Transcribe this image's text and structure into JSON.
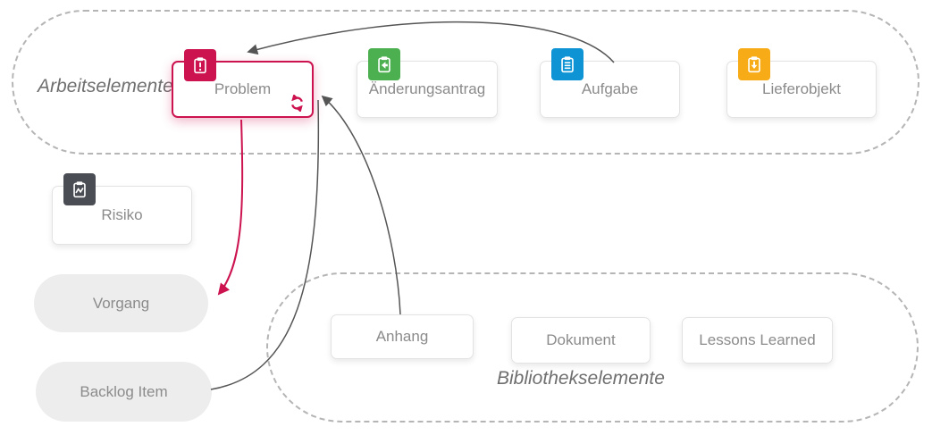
{
  "groups": {
    "work": {
      "label": "Arbeitselemente"
    },
    "library": {
      "label": "Bibliothekselemente"
    }
  },
  "nodes": {
    "problem": {
      "label": "Problem",
      "accent": "#cc134f",
      "icon": "clipboard-exclamation",
      "selected": true,
      "status_icon": "sync"
    },
    "aenderungsantrag": {
      "label": "Änderungsantrag",
      "accent": "#4cb050",
      "icon": "clipboard-arrow-left"
    },
    "aufgabe": {
      "label": "Aufgabe",
      "accent": "#0e94d4",
      "icon": "clipboard-list"
    },
    "lieferobjekt": {
      "label": "Lieferobjekt",
      "accent": "#f7ab16",
      "icon": "clipboard-arrow-down"
    },
    "risiko": {
      "label": "Risiko",
      "accent": "#4a4e54",
      "icon": "clipboard-zigzag"
    },
    "vorgang": {
      "label": "Vorgang",
      "shape": "pill"
    },
    "backlog_item": {
      "label": "Backlog Item",
      "shape": "pill"
    },
    "anhang": {
      "label": "Anhang"
    },
    "dokument": {
      "label": "Dokument"
    },
    "lessons_learned": {
      "label": "Lessons Learned"
    }
  },
  "edges": [
    {
      "from": "aufgabe",
      "to": "problem",
      "color": "#555555"
    },
    {
      "from": "problem",
      "to": "vorgang",
      "color": "#cc134f"
    },
    {
      "from": "backlog_item",
      "to": "problem",
      "color": "#555555"
    },
    {
      "from": "anhang",
      "to": "problem",
      "color": "#555555"
    }
  ],
  "colors": {
    "container_border": "#b5b5b5",
    "card_border": "#e3e3e3",
    "pill_fill": "#ededed",
    "label_text": "#8b8b8b",
    "group_label_text": "#6f6f6f",
    "arrow_gray": "#555555",
    "arrow_red": "#cc134f"
  }
}
